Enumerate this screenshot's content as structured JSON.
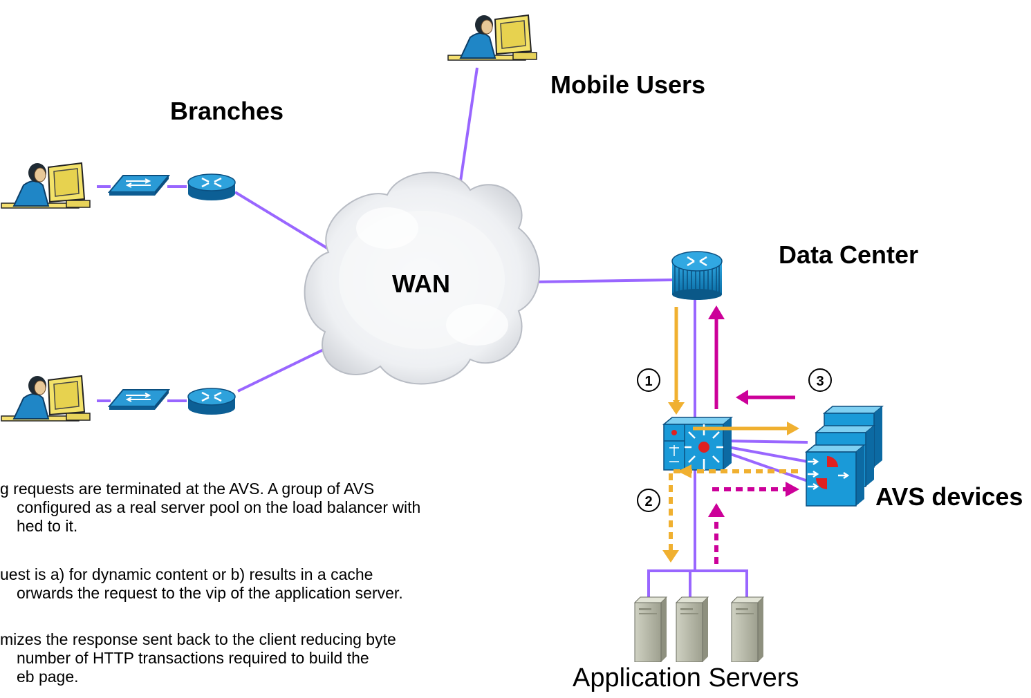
{
  "labels": {
    "mobile_users": "Mobile Users",
    "branches": "Branches",
    "wan": "WAN",
    "data_center": "Data Center",
    "avs_devices": "AVS devices",
    "application_servers": "Application Servers"
  },
  "steps": [
    "1",
    "2",
    "3"
  ],
  "description": [
    [
      "g requests are terminated at the AVS. A group of AVS",
      "configured as a real server pool on the load balancer with",
      "hed to it."
    ],
    [
      "uest is a) for dynamic content or b) results in a cache",
      "orwards the request to the vip of the application server."
    ],
    [
      "mizes the response sent back to the client reducing byte",
      "number of HTTP transactions required to build the",
      "eb page."
    ]
  ],
  "colors": {
    "link": "#9966ff",
    "request_flow": "#f0b030",
    "response_flow": "#cc0099",
    "device": "#1a8fd0",
    "device_dark": "#0a5e8c",
    "server": "#b4b6a6"
  }
}
